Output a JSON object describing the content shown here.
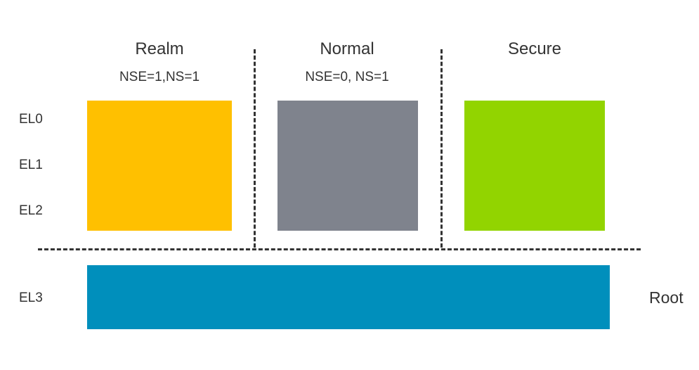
{
  "worlds": [
    {
      "title": "Realm",
      "bits": "NSE=1,NS=1",
      "color": "#ffc000"
    },
    {
      "title": "Normal",
      "bits": "NSE=0, NS=1",
      "color": "#7f838d"
    },
    {
      "title": "Secure",
      "bits": "",
      "color": "#92d400"
    }
  ],
  "levels": {
    "el0": "EL0",
    "el1": "EL1",
    "el2": "EL2",
    "el3": "EL3"
  },
  "root": {
    "label": "Root",
    "color": "#008fbc"
  },
  "divider_color": "#333333"
}
